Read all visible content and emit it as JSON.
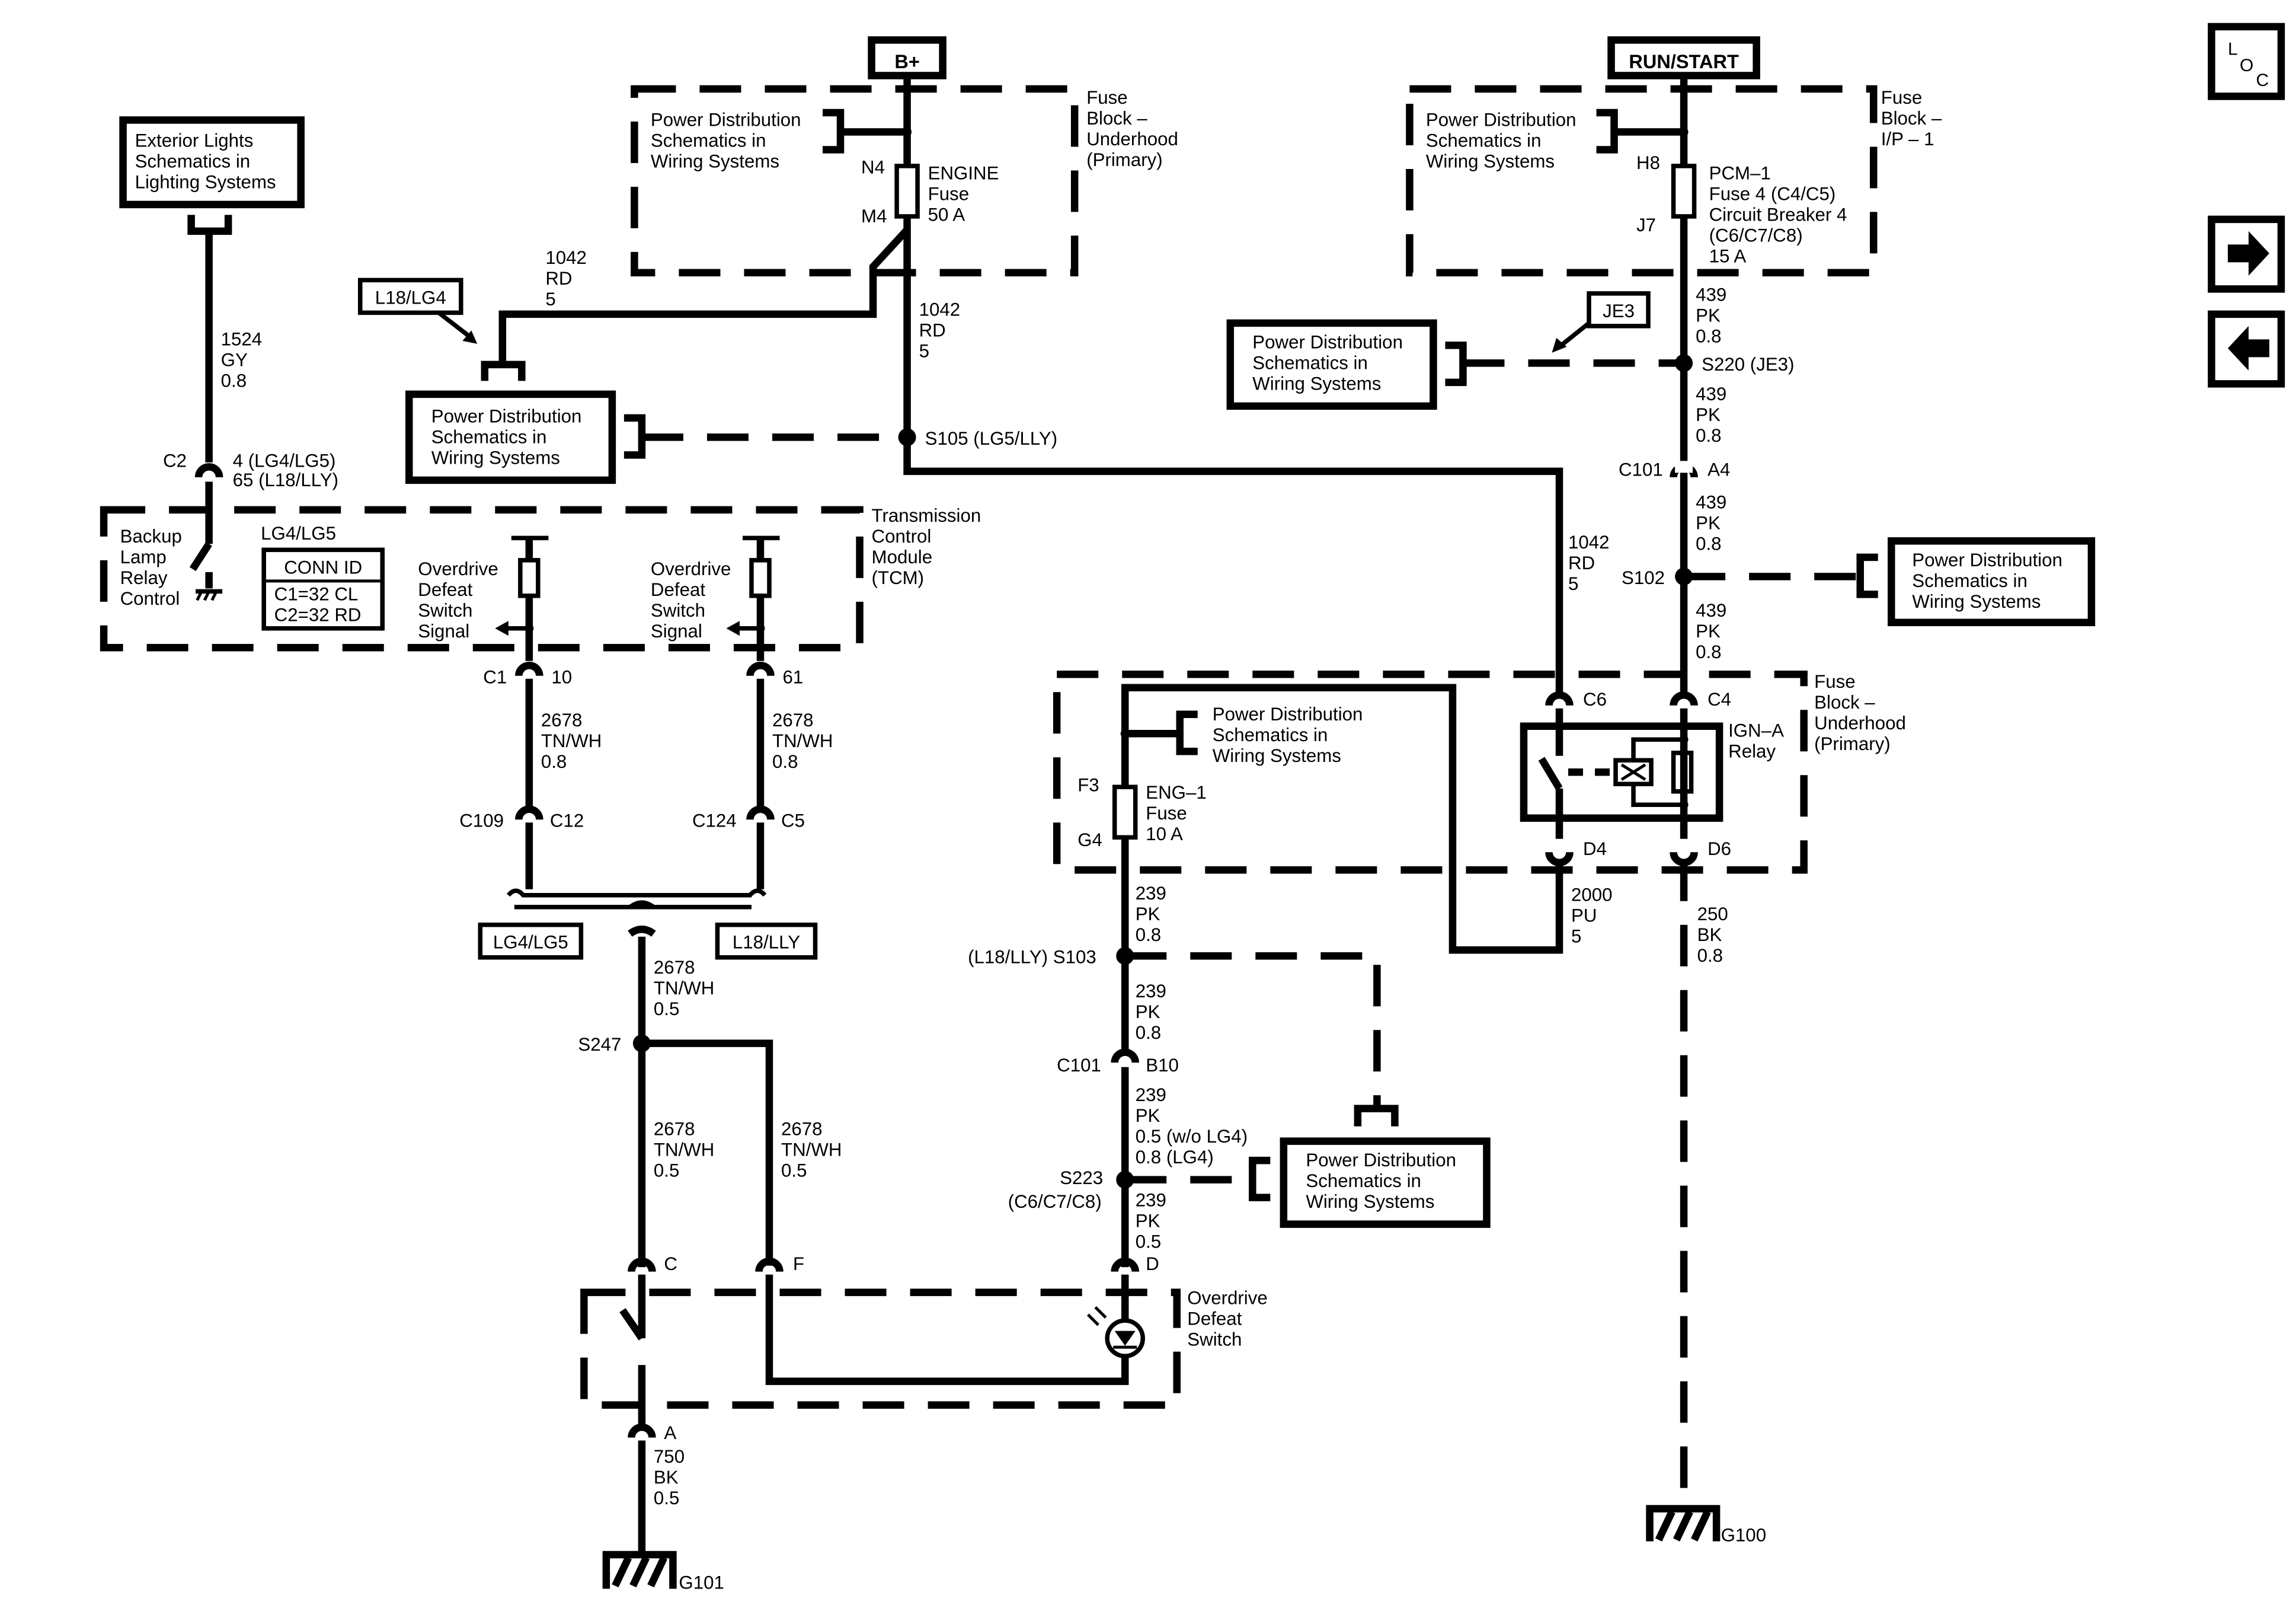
{
  "power_sources": {
    "b_plus": "B+",
    "run_start": "RUN/START"
  },
  "nav": {
    "loc_l": "L",
    "loc_o": "O",
    "loc_c": "C",
    "next_icon": "right-arrow-icon",
    "prev_icon": "left-arrow-icon"
  },
  "references": {
    "exterior_lights": [
      "Exterior Lights",
      "Schematics in",
      "Lighting Systems"
    ],
    "power_distribution": [
      "Power Distribution",
      "Schematics in",
      "Wiring Systems"
    ]
  },
  "fuse_block_primary": [
    "Fuse",
    "Block –",
    "Underhood",
    "(Primary)"
  ],
  "fuse_block_ip": [
    "Fuse",
    "Block –",
    "I/P – 1"
  ],
  "fuse_block_underhood_lower": [
    "Fuse",
    "Block –",
    "Underhood",
    "(Primary)"
  ],
  "engine_fuse": {
    "terminal_in": "N4",
    "terminal_out": "M4",
    "name": "ENGINE",
    "type": "Fuse",
    "rating": "50 A"
  },
  "pcm_fuse": {
    "terminal_in": "H8",
    "terminal_out": "J7",
    "lines": [
      "PCM–1",
      "Fuse 4 (C4/C5)",
      "Circuit Breaker 4",
      "(C6/C7/C8)",
      "15 A"
    ]
  },
  "eng1_fuse": {
    "terminal_in": "F3",
    "terminal_out": "G4",
    "lines": [
      "ENG–1",
      "Fuse",
      "10 A"
    ]
  },
  "ign_relay": {
    "name": [
      "IGN–A",
      "Relay"
    ],
    "terminals": [
      "C6",
      "C4",
      "D4",
      "D6"
    ]
  },
  "tcm": {
    "name": [
      "Transmission",
      "Control",
      "Module",
      "(TCM)"
    ],
    "backup_lamp": [
      "Backup",
      "Lamp",
      "Relay",
      "Control"
    ],
    "option_label": "LG4/LG5",
    "conn_id_title": "CONN ID",
    "conn_id_rows": [
      "C1=32 CL",
      "C2=32 RD"
    ],
    "od_switch_signal": [
      "Overdrive",
      "Defeat",
      "Switch",
      "Signal"
    ]
  },
  "od_defeat_switch": [
    "Overdrive",
    "Defeat",
    "Switch"
  ],
  "option_tags": {
    "l18_lg4": "L18/LG4",
    "je3": "JE3",
    "lg4_lg5": "LG4/LG5",
    "l18_lly": "L18/LLY"
  },
  "wires": {
    "w1524": [
      "1524",
      "GY",
      "0.8"
    ],
    "w1042_top": [
      "1042",
      "RD",
      "5"
    ],
    "w1042_mid": [
      "1042",
      "RD",
      "5"
    ],
    "w1042_right": [
      "1042",
      "RD",
      "5"
    ],
    "w439_a": [
      "439",
      "PK",
      "0.8"
    ],
    "w439_b": [
      "439",
      "PK",
      "0.8"
    ],
    "w439_c": [
      "439",
      "PK",
      "0.8"
    ],
    "w439_d": [
      "439",
      "PK",
      "0.8"
    ],
    "w2678_a": [
      "2678",
      "TN/WH",
      "0.8"
    ],
    "w2678_b": [
      "2678",
      "TN/WH",
      "0.8"
    ],
    "w2678_c": [
      "2678",
      "TN/WH",
      "0.5"
    ],
    "w2678_d": [
      "2678",
      "TN/WH",
      "0.5"
    ],
    "w2678_e": [
      "2678",
      "TN/WH",
      "0.5"
    ],
    "w239_a": [
      "239",
      "PK",
      "0.8"
    ],
    "w239_b": [
      "239",
      "PK",
      "0.8"
    ],
    "w239_c": [
      "239",
      "PK",
      "0.5 (w/o LG4)",
      "0.8 (LG4)"
    ],
    "w239_d": [
      "239",
      "PK",
      "0.5"
    ],
    "w2000": [
      "2000",
      "PU",
      "5"
    ],
    "w250": [
      "250",
      "BK",
      "0.8"
    ],
    "w750": [
      "750",
      "BK",
      "0.5"
    ]
  },
  "connectors": {
    "c2": "C2",
    "c2_pins": [
      "4 (LG4/LG5)",
      "65 (L18/LLY)"
    ],
    "c1": "C1",
    "pin_10": "10",
    "pin_61": "61",
    "c109": "C109",
    "c12": "C12",
    "c124": "C124",
    "c5": "C5",
    "c101_a4_left": "C101",
    "a4": "A4",
    "c101_b10_left": "C101",
    "b10": "B10",
    "pin_c": "C",
    "pin_f": "F",
    "pin_d": "D",
    "pin_a": "A"
  },
  "splices": {
    "s105": "S105 (LG5/LLY)",
    "s220": "S220 (JE3)",
    "s102": "S102",
    "s103": "(L18/LLY) S103",
    "s247": "S247",
    "s223": "S223",
    "s223_note": "(C6/C7/C8)"
  },
  "grounds": {
    "g100": "G100",
    "g101": "G101"
  }
}
